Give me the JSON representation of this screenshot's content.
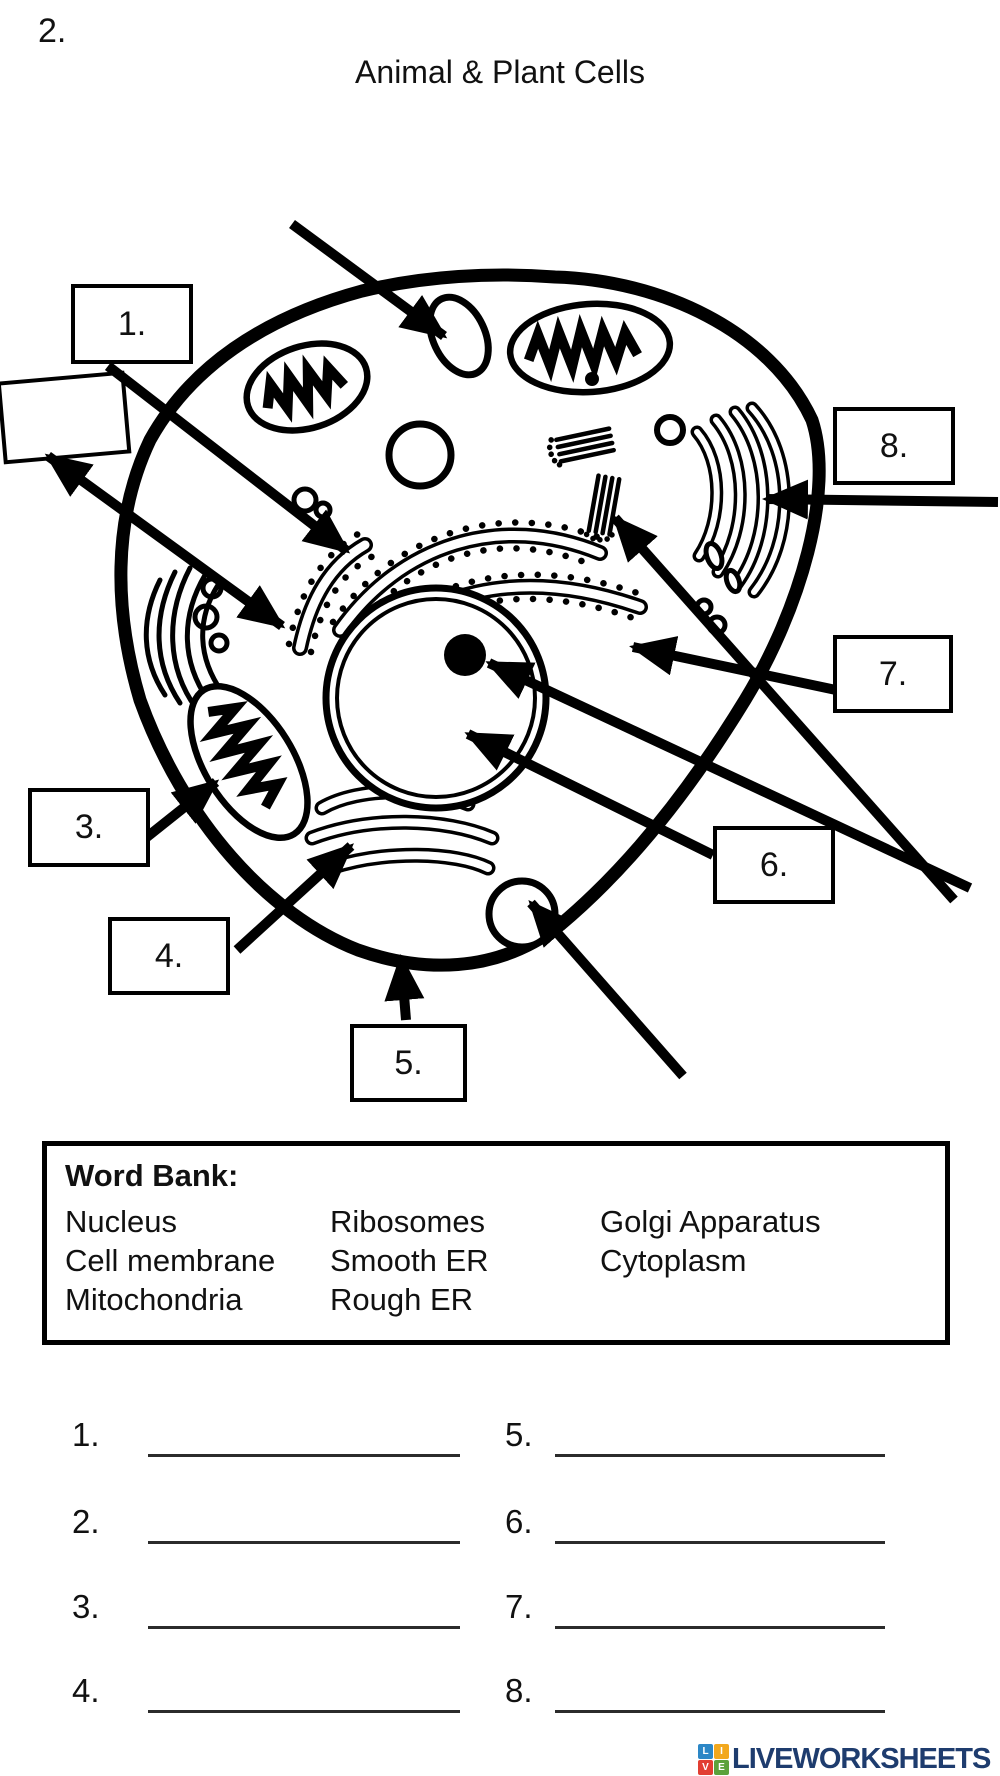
{
  "page": {
    "number": "2.",
    "title": "Animal & Plant Cells"
  },
  "diagram": {
    "label_boxes": {
      "b1": "1.",
      "b3": "3.",
      "b4": "4.",
      "b5": "5.",
      "b6": "6.",
      "b7": "7.",
      "b8": "8."
    },
    "organelles": [
      "cell-membrane",
      "nucleus",
      "nucleolus",
      "mitochondrion",
      "rough-er",
      "smooth-er",
      "golgi-apparatus",
      "centrioles",
      "lysosome",
      "vesicle"
    ]
  },
  "word_bank": {
    "title": "Word Bank:",
    "col1": [
      "Nucleus",
      "Cell membrane",
      "Mitochondria"
    ],
    "col2": [
      "Ribosomes",
      "Smooth ER",
      "Rough ER"
    ],
    "col3": [
      "Golgi Apparatus",
      "Cytoplasm"
    ]
  },
  "answers": {
    "rows_left": [
      {
        "num": "1."
      },
      {
        "num": "2."
      },
      {
        "num": "3."
      },
      {
        "num": "4."
      }
    ],
    "rows_right": [
      {
        "num": "5."
      },
      {
        "num": "6."
      },
      {
        "num": "7."
      },
      {
        "num": "8."
      }
    ]
  },
  "footer": {
    "brand": "LIVEWORKSHEETS",
    "brand_color": "#1e3c6e",
    "squares": [
      {
        "letter": "L",
        "color": "#2c87c6"
      },
      {
        "letter": "I",
        "color": "#f2a81d"
      },
      {
        "letter": "V",
        "color": "#e23e32"
      },
      {
        "letter": "E",
        "color": "#5ba23c"
      }
    ]
  }
}
